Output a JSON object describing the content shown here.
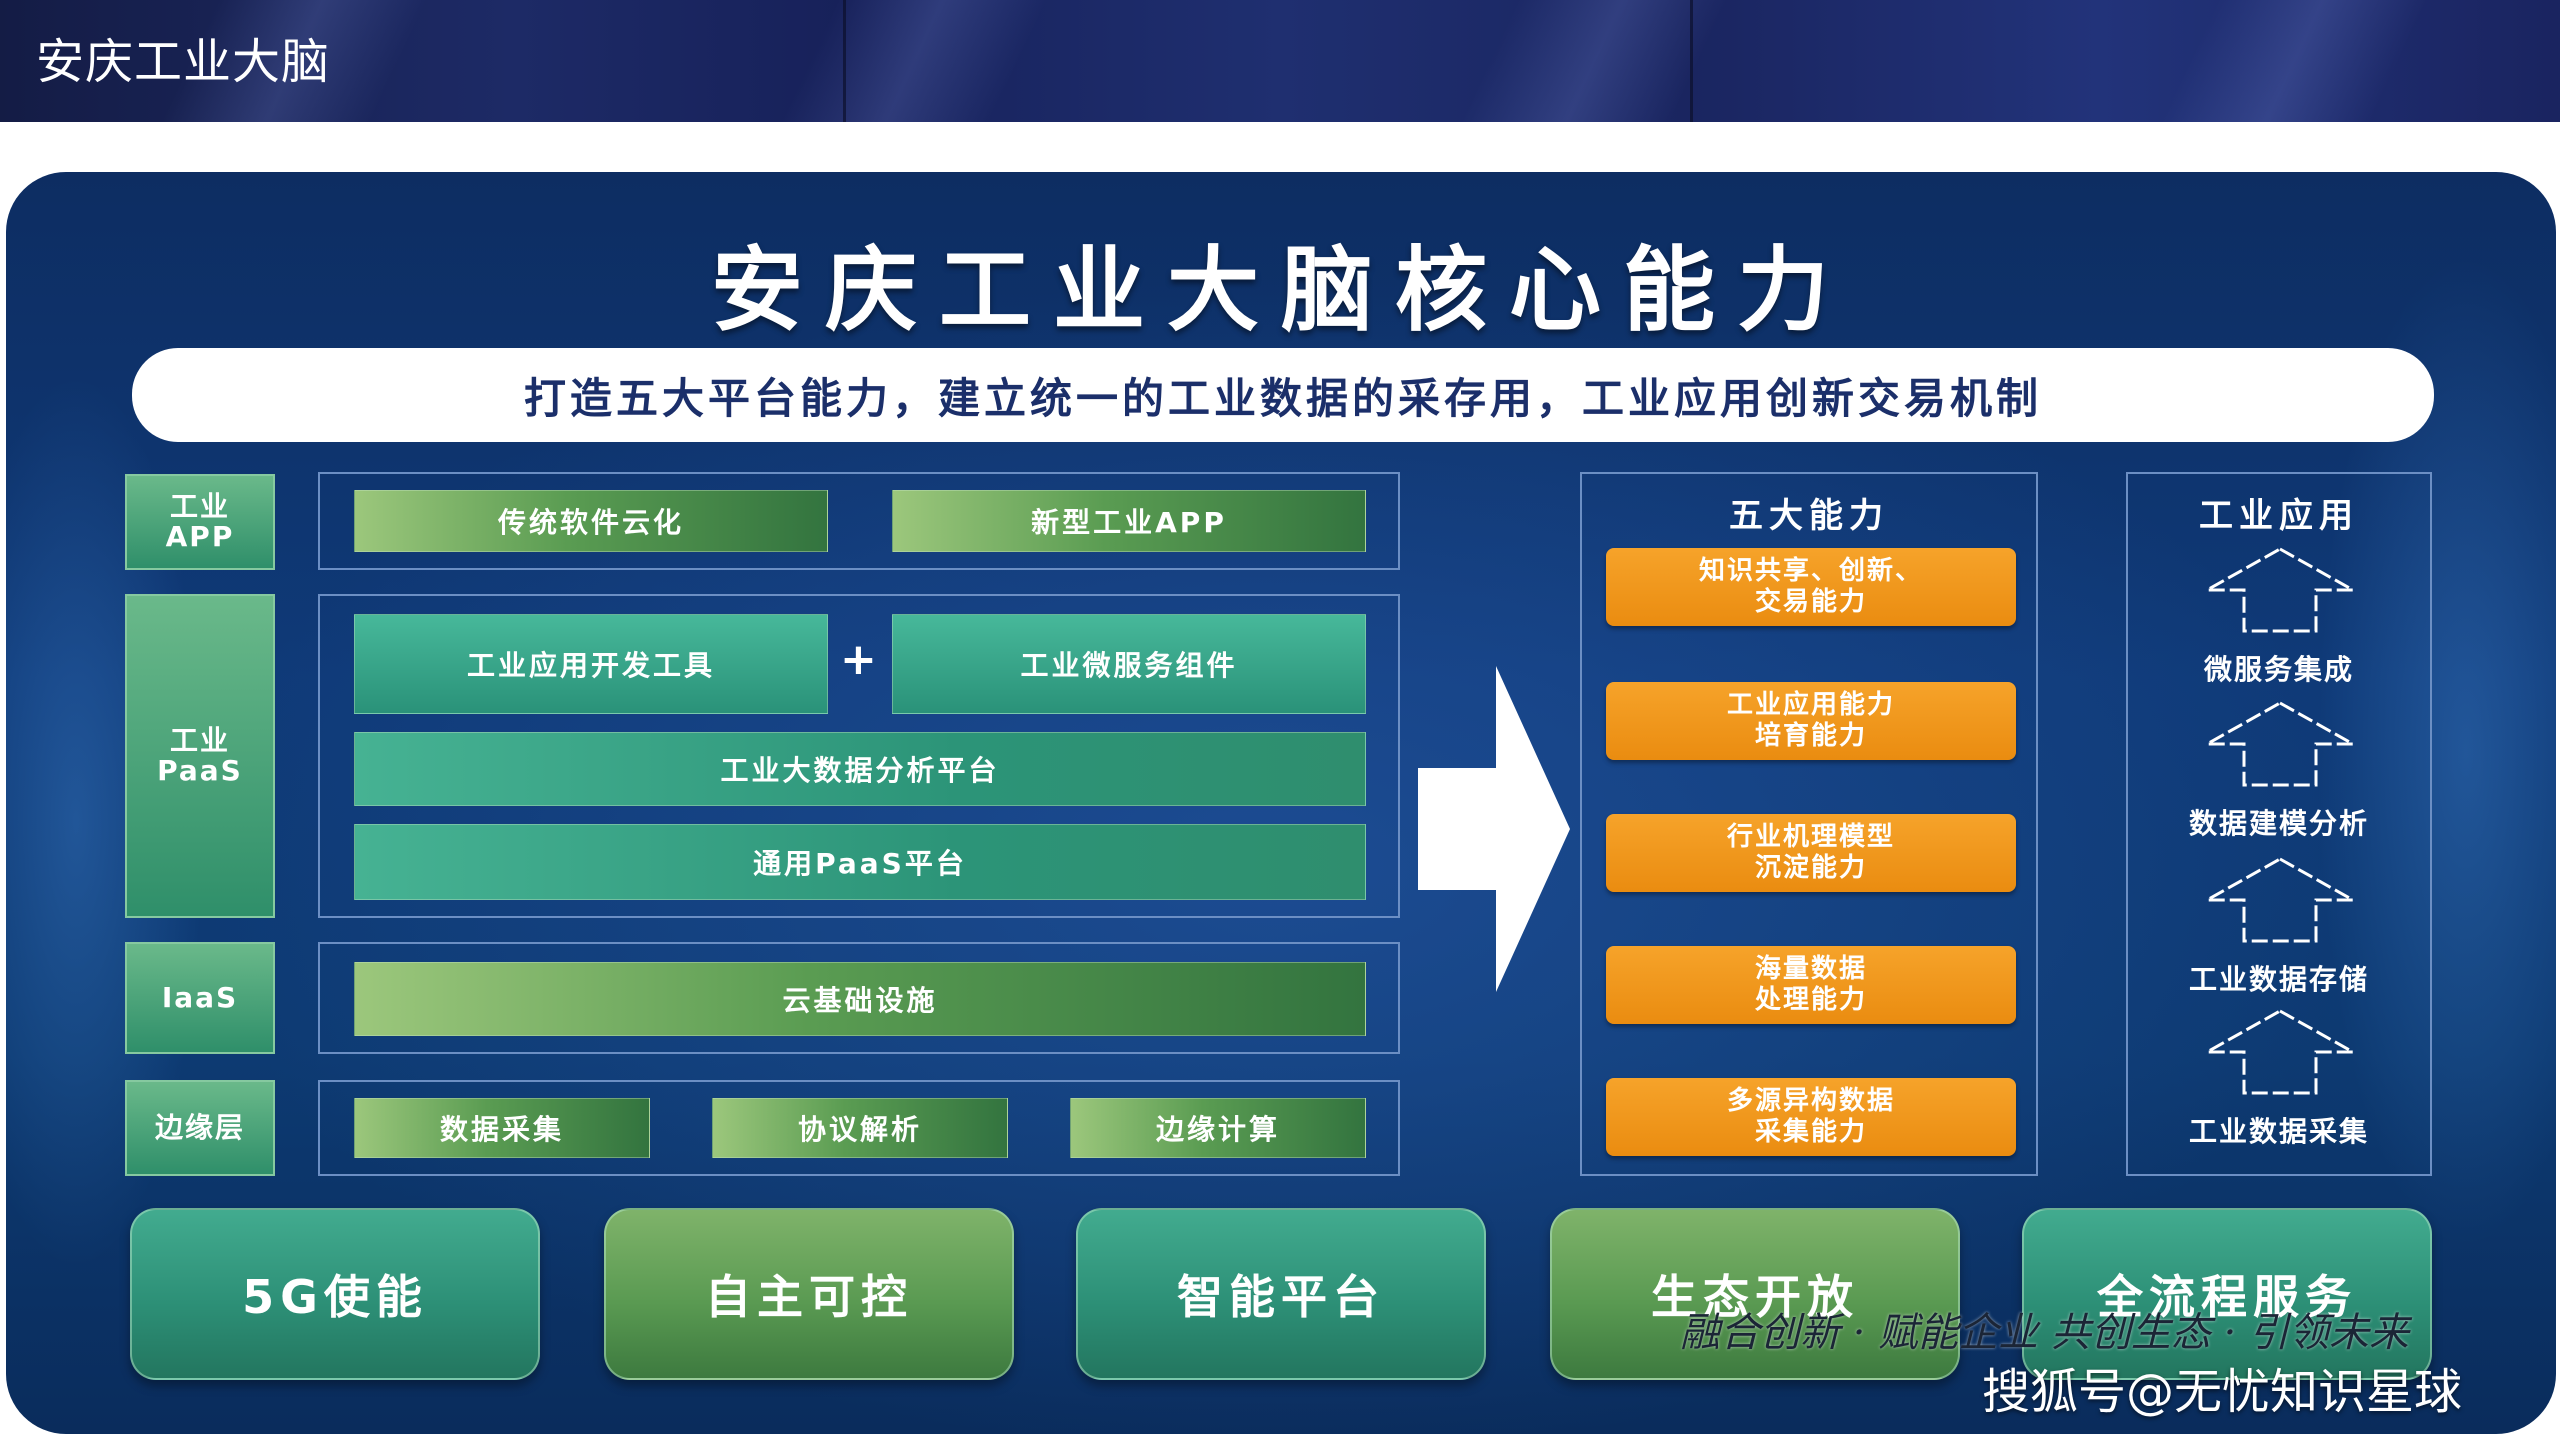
{
  "header": {
    "title": "安庆工业大脑"
  },
  "diagram": {
    "title": "安庆工业大脑核心能力",
    "subtitle": "打造五大平台能力，建立统一的工业数据的采存用，工业应用创新交易机制",
    "layers": {
      "app": {
        "label_lines": [
          "工业",
          "APP"
        ],
        "items": [
          "传统软件云化",
          "新型工业APP"
        ]
      },
      "paas": {
        "label_lines": [
          "工业",
          "PaaS"
        ],
        "items": [
          "工业应用开发工具",
          "工业微服务组件",
          "工业大数据分析平台",
          "通用PaaS平台"
        ],
        "plus": "+"
      },
      "iaas": {
        "label": "IaaS",
        "items": [
          "云基础设施"
        ]
      },
      "edge": {
        "label": "边缘层",
        "items": [
          "数据采集",
          "协议解析",
          "边缘计算"
        ]
      }
    },
    "capabilities": {
      "title": "五大能力",
      "items": [
        [
          "知识共享、创新、",
          "交易能力"
        ],
        [
          "工业应用能力",
          "培育能力"
        ],
        [
          "行业机理模型",
          "沉淀能力"
        ],
        [
          "海量数据",
          "处理能力"
        ],
        [
          "多源异构数据",
          "采集能力"
        ]
      ]
    },
    "applications": {
      "title": "工业应用",
      "items": [
        "微服务集成",
        "数据建模分析",
        "工业数据存储",
        "工业数据采集"
      ]
    },
    "pillars": [
      "5G使能",
      "自主可控",
      "智能平台",
      "生态开放",
      "全流程服务"
    ]
  },
  "overlay": {
    "slogan": "融合创新 · 赋能企业   共创生态 · 引领未来",
    "watermark": "搜狐号@无忧知识星球"
  },
  "colors": {
    "header_bg": "#1d2a66",
    "panel_bg": "#0f3a78",
    "green_layer": "#2f8f6a",
    "orange_capability": "#ea8c10",
    "frame_border": "#6c8fc4"
  }
}
